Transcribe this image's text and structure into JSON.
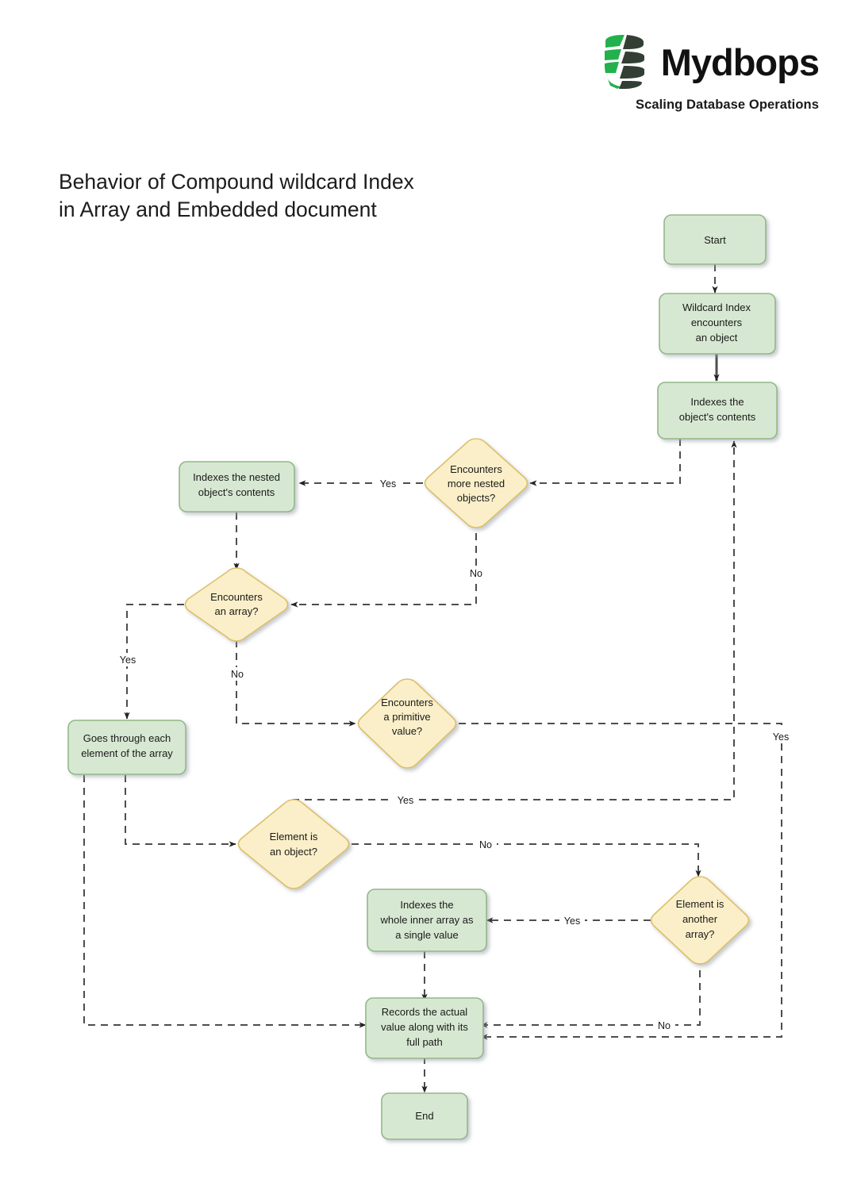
{
  "brand": {
    "name": "Mydbops",
    "tagline": "Scaling Database Operations",
    "logo_icon": "mydbops-database-logo-icon",
    "green": "#22b14c",
    "dark": "#2f3b2f"
  },
  "title": "Behavior of Compound wildcard Index\nin Array and Embedded document",
  "diagram": {
    "type": "flowchart",
    "palette": {
      "process_fill": "#d7e8d2",
      "process_stroke": "#93b888",
      "decision_fill": "#fbefc9",
      "decision_stroke": "#dcc06a",
      "edge": "#4d4d4d",
      "text": "#1a1a1a"
    },
    "nodes": [
      {
        "id": "start",
        "shape": "process",
        "label": "Start"
      },
      {
        "id": "wildcard",
        "shape": "process",
        "label": "Wildcard Index\nencounters\nan object"
      },
      {
        "id": "indexobj",
        "shape": "process",
        "label": "Indexes the\nobject's contents"
      },
      {
        "id": "morenested",
        "shape": "decision",
        "label": "Encounters\nmore nested\nobjects?"
      },
      {
        "id": "indexnested",
        "shape": "process",
        "label": "Indexes the nested\nobject's contents"
      },
      {
        "id": "encarray",
        "shape": "decision",
        "label": "Encounters\nan array?"
      },
      {
        "id": "goeseach",
        "shape": "process",
        "label": "Goes through each\nelement of the array"
      },
      {
        "id": "encprim",
        "shape": "decision",
        "label": "Encounters\na primitive\nvalue?"
      },
      {
        "id": "elemobj",
        "shape": "decision",
        "label": "Element is\nan object?"
      },
      {
        "id": "elemarr",
        "shape": "decision",
        "label": "Element is\nanother\narray?"
      },
      {
        "id": "indexinner",
        "shape": "process",
        "label": "Indexes the\nwhole inner array as\na single value"
      },
      {
        "id": "records",
        "shape": "process",
        "label": "Records the actual\nvalue along with its\nfull path"
      },
      {
        "id": "end",
        "shape": "process",
        "label": "End"
      }
    ],
    "edges": [
      {
        "from": "start",
        "to": "wildcard",
        "label": ""
      },
      {
        "from": "wildcard",
        "to": "indexobj",
        "label": ""
      },
      {
        "from": "indexobj",
        "to": "morenested",
        "label": ""
      },
      {
        "from": "morenested",
        "to": "indexnested",
        "label": "Yes"
      },
      {
        "from": "morenested",
        "to": "encarray",
        "label": "No"
      },
      {
        "from": "indexnested",
        "to": "encarray",
        "label": ""
      },
      {
        "from": "encarray",
        "to": "goeseach",
        "label": "Yes"
      },
      {
        "from": "encarray",
        "to": "encprim",
        "label": "No"
      },
      {
        "from": "encprim",
        "to": "records",
        "label": "Yes"
      },
      {
        "from": "goeseach",
        "to": "elemobj",
        "label": ""
      },
      {
        "from": "goeseach",
        "to": "records",
        "label": ""
      },
      {
        "from": "elemobj",
        "to": "indexobj",
        "label": "Yes"
      },
      {
        "from": "elemobj",
        "to": "elemarr",
        "label": "No"
      },
      {
        "from": "elemarr",
        "to": "indexinner",
        "label": "Yes"
      },
      {
        "from": "elemarr",
        "to": "records",
        "label": "No"
      },
      {
        "from": "indexinner",
        "to": "records",
        "label": ""
      },
      {
        "from": "records",
        "to": "end",
        "label": ""
      }
    ],
    "edge_labels": {
      "morenested_yes": "Yes",
      "morenested_no": "No",
      "encarray_yes": "Yes",
      "encarray_no": "No",
      "encprim_yes": "Yes",
      "elemobj_yes": "Yes",
      "elemobj_no": "No",
      "elemarr_yes": "Yes",
      "elemarr_no": "No"
    },
    "node_labels": {
      "start": "Start",
      "wildcard_l1": "Wildcard Index",
      "wildcard_l2": "encounters",
      "wildcard_l3": "an object",
      "indexobj_l1": "Indexes the",
      "indexobj_l2": "object's contents",
      "morenested_l1": "Encounters",
      "morenested_l2": "more nested",
      "morenested_l3": "objects?",
      "indexnested_l1": "Indexes the nested",
      "indexnested_l2": "object's contents",
      "encarray_l1": "Encounters",
      "encarray_l2": "an array?",
      "goeseach_l1": "Goes through each",
      "goeseach_l2": "element of the array",
      "encprim_l1": "Encounters",
      "encprim_l2": "a primitive",
      "encprim_l3": "value?",
      "elemobj_l1": "Element is",
      "elemobj_l2": "an object?",
      "elemarr_l1": "Element is",
      "elemarr_l2": "another",
      "elemarr_l3": "array?",
      "indexinner_l1": "Indexes the",
      "indexinner_l2": "whole inner array as",
      "indexinner_l3": "a single value",
      "records_l1": "Records the actual",
      "records_l2": "value along with its",
      "records_l3": "full path",
      "end": "End"
    }
  }
}
